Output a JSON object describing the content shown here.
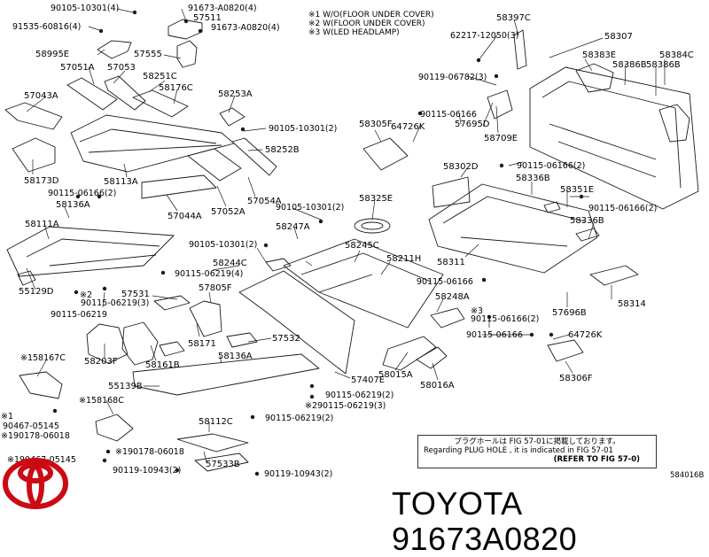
{
  "legend": [
    "※1 W/O(FLOOR UNDER COVER)",
    "※2 W(FLOOR UNDER COVER)",
    "※3 W(LED HEADLAMP)"
  ],
  "labels": {
    "l90105_10301_4": "90105-10301(4)",
    "l91673_4": "91673-A0820(4)",
    "l57511": "57511",
    "l91535_4": "91535-60816(4)",
    "l91673_4b": "91673-A0820(4)",
    "l58995E": "58995E",
    "l57555": "57555",
    "l57051A": "57051A",
    "l57053": "57053",
    "l58251C": "58251C",
    "l58176C": "58176C",
    "l57043A": "57043A",
    "l58253A": "58253A",
    "l90105_10301_2a": "90105-10301(2)",
    "l58252B": "58252B",
    "l58173D": "58173D",
    "l58113A": "58113A",
    "l57054A": "57054A",
    "l90115_06166_2a": "90115-06166(2)",
    "l58136A_a": "58136A",
    "l57044A": "57044A",
    "l57052A": "57052A",
    "l90105_10301_2b": "90105-10301(2)",
    "l58111A": "58111A",
    "l58247A": "58247A",
    "l90105_10301_2c": "90105-10301(2)",
    "l58245C": "58245C",
    "l58244C": "58244C",
    "l58211H": "58211H",
    "l90115_06219_4": "90115-06219(4)",
    "l55129D": "55129D",
    "l2_90115_06219_3": "※2",
    "l90115_06219_3a": "90115-06219(3)",
    "l90115_06219": "90115-06219",
    "l57531": "57531",
    "l57805F": "57805F",
    "l58203F": "58203F",
    "l58161B": "58161B",
    "l58171": "58171",
    "l57532": "57532",
    "l1_58167C": "※158167C",
    "l58136A_b": "58136A",
    "l57407E": "57407E",
    "l55139B": "55139B",
    "l90115_06219_2": "90115-06219(2)",
    "l2_90115_06219_3b": "※290115-06219(3)",
    "l1_58168C": "※158168C",
    "l1_90467": "※1",
    "l90467_05145": "90467-05145",
    "l1_190178": "※190178-06018",
    "l58112C": "58112C",
    "l90115_06219_2b": "90115-06219(2)",
    "l190178_06018": "※190178-06018",
    "l1_90467_05145": "※190467-05145",
    "l57533B": "57533B",
    "l90119_10943_2a": "90119-10943(2)",
    "l90119_10943_2b": "90119-10943(2)",
    "l58397C": "58397C",
    "l62217": "62217-12050(3)",
    "l58307": "58307",
    "l58383E": "58383E",
    "l58386B": "58386B",
    "l58384C": "58384C",
    "l58386B_b": "58386B",
    "l90119_06782": "90119-06782(3)",
    "l58305F": "58305F",
    "l90115_06166": "90115-06166",
    "l64726K": "64726K",
    "l57695D": "57695D",
    "l58709E": "58709E",
    "l58302D": "58302D",
    "l90115_06166_2b": "90115-06166(2)",
    "l58336B": "58336B",
    "l58351E": "58351E",
    "l90115_06166_2c": "90115-06166(2)",
    "l58325E": "58325E",
    "l58336B_b": "58336B",
    "l58311": "58311",
    "l58314": "58314",
    "l90115_06166_b": "90115-06166",
    "l58248A": "58248A",
    "l3_90115_06166_2": "※3",
    "l90115_06166_2d": "90115-06166(2)",
    "l57696B": "57696B",
    "l90115_06166_c": "90115-06166",
    "l64726K_b": "64726K",
    "l58015A": "58015A",
    "l58016A": "58016A",
    "l58306F": "58306F"
  },
  "note": {
    "line1": "プラグホールは FIG 57-01に掲載しております。",
    "line2": "Regarding  PLUG  HOLE , it is indicated in  FIG  57-01",
    "line3": "(REFER TO FIG 57-0)"
  },
  "figure_id": "584016B",
  "brand_text": "TOYOTA 91673A0820",
  "colors": {
    "line": "#1a1a1a",
    "logo": "#cc0a14",
    "paper": "#ffffff"
  }
}
